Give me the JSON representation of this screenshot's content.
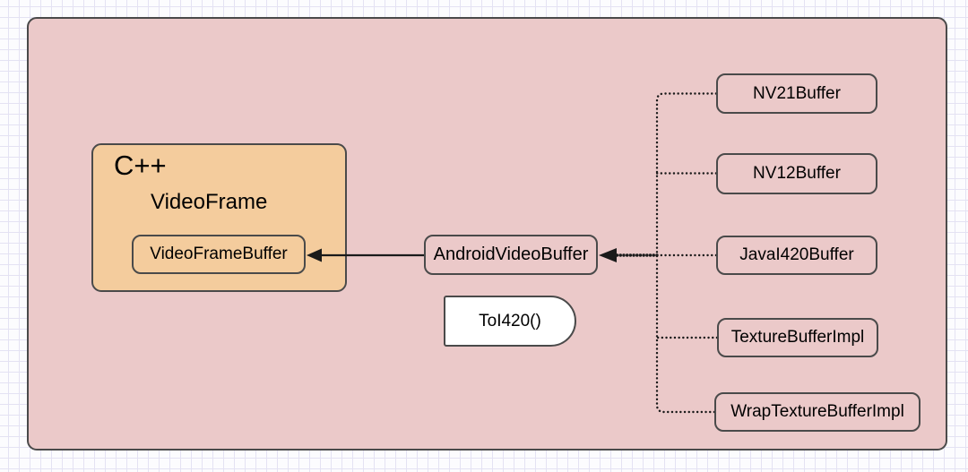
{
  "diagram": {
    "cpp_group": {
      "language_label": "C++",
      "class_label": "VideoFrame",
      "member_label": "VideoFrameBuffer"
    },
    "middle": {
      "node_label": "AndroidVideoBuffer",
      "method_label": "ToI420()"
    },
    "implementations": [
      {
        "label": "NV21Buffer"
      },
      {
        "label": "NV12Buffer"
      },
      {
        "label": "JavaI420Buffer"
      },
      {
        "label": "TextureBufferImpl"
      },
      {
        "label": "WrapTextureBufferImpl"
      }
    ],
    "colors": {
      "page_bg": "#fcfcfe",
      "grid_line": "#e4e2f3",
      "container_fill": "#ebc9c9",
      "cpp_fill": "#f4cc9d",
      "method_fill": "#ffffff",
      "border": "#4a4a4a",
      "line": "#1a1a1a"
    }
  }
}
